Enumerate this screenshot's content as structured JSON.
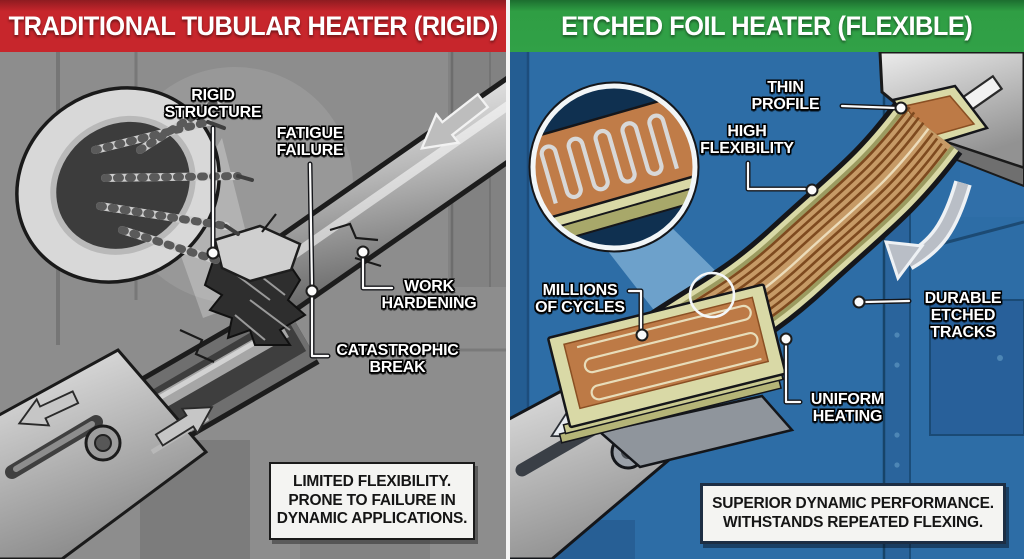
{
  "left_panel": {
    "title": "TRADITIONAL TUBULAR HEATER (RIGID)",
    "labels": {
      "rigid_structure": {
        "line1": "RIGID",
        "line2": "STRUCTURE"
      },
      "fatigue_failure": {
        "line1": "FATIGUE",
        "line2": "FAILURE"
      },
      "work_hardening": {
        "line1": "WORK",
        "line2": "HARDENING"
      },
      "catastrophic_break": {
        "line1": "CATASTROPHIC",
        "line2": "BREAK"
      }
    },
    "summary": {
      "line1": "LIMITED FLEXIBILITY.",
      "line2": "PRONE TO FAILURE IN",
      "line3": "DYNAMIC APPLICATIONS."
    },
    "colors": {
      "header": "#c7262c",
      "background": "#8d8d8d"
    }
  },
  "right_panel": {
    "title": "ETCHED FOIL HEATER (FLEXIBLE)",
    "labels": {
      "thin_profile": {
        "line1": "THIN",
        "line2": "PROFILE"
      },
      "high_flexibility": {
        "line1": "HIGH",
        "line2": "FLEXIBILITY"
      },
      "millions_of_cycles": {
        "line1": "MILLIONS",
        "line2": "OF CYCLES"
      },
      "durable_etched_tracks": {
        "line1": "DURABLE",
        "line2": "ETCHED",
        "line3": "TRACKS"
      },
      "uniform_heating": {
        "line1": "UNIFORM",
        "line2": "HEATING"
      }
    },
    "summary": {
      "line1": "SUPERIOR DYNAMIC PERFORMANCE.",
      "line2": "WITHSTANDS REPEATED FLEXING."
    },
    "colors": {
      "header": "#2f9e44",
      "background": "#2d6da6",
      "copper": "#bd7a46",
      "foil_base": "#d9d9a6"
    }
  }
}
